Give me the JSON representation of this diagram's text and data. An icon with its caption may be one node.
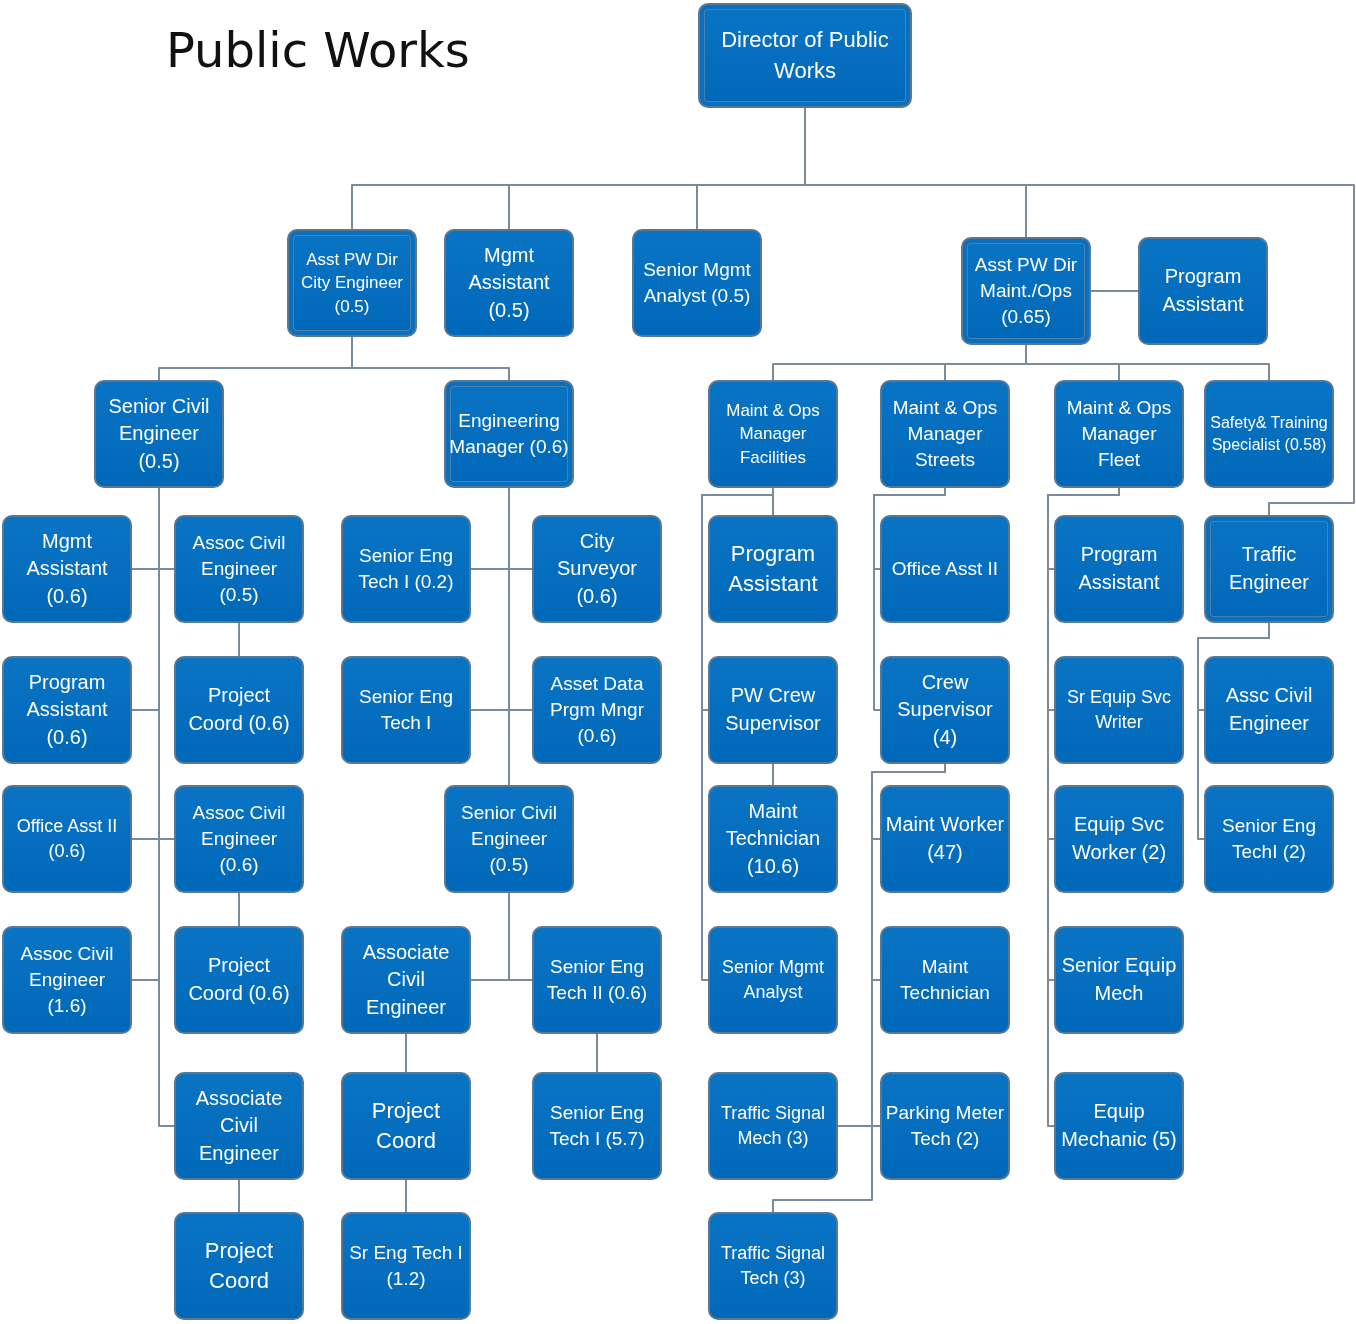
{
  "diagram": {
    "title": "Public Works",
    "nodes": [
      {
        "text": [
          "Director of Public Works"
        ]
      },
      {
        "text": [
          "Asst PW Dir City Engineer (0.5)"
        ]
      },
      {
        "text": [
          "Mgmt Assistant (0.5)"
        ]
      },
      {
        "text": [
          "Senior Mgmt Analyst (0.5)"
        ]
      },
      {
        "text": [
          "Asst PW Dir Maint./Ops (0.65)"
        ]
      },
      {
        "text": [
          "Program Assistant"
        ]
      },
      {
        "text": [
          "Senior Civil Engineer (0.5)"
        ]
      },
      {
        "text": [
          "Engineering Manager (0.6)"
        ]
      },
      {
        "text": [
          "Maint & Ops Manager Facilities"
        ]
      },
      {
        "text": [
          "Maint & Ops Manager Streets"
        ]
      },
      {
        "text": [
          "Maint & Ops Manager Fleet"
        ]
      },
      {
        "text": [
          "Safety& Training Specialist (0.58)"
        ]
      },
      {
        "text": [
          "Mgmt Assistant (0.6)"
        ]
      },
      {
        "text": [
          "Assoc Civil Engineer (0.5)"
        ]
      },
      {
        "text": [
          "Senior Eng Tech I (0.2)"
        ]
      },
      {
        "text": [
          "City Surveyor (0.6)"
        ]
      },
      {
        "text": [
          "Program Assistant"
        ]
      },
      {
        "text": [
          "Office Asst II"
        ]
      },
      {
        "text": [
          "Program Assistant"
        ]
      },
      {
        "text": [
          "Traffic Engineer"
        ]
      },
      {
        "text": [
          "Program Assistant (0.6)"
        ]
      },
      {
        "text": [
          "Project Coord (0.6)"
        ]
      },
      {
        "text": [
          "Senior Eng Tech I"
        ]
      },
      {
        "text": [
          "Asset Data Prgm Mngr (0.6)"
        ]
      },
      {
        "text": [
          "PW Crew Supervisor"
        ]
      },
      {
        "text": [
          "Crew Supervisor (4)"
        ]
      },
      {
        "text": [
          "Sr Equip Svc Writer"
        ]
      },
      {
        "text": [
          "Assc Civil Engineer"
        ]
      },
      {
        "text": [
          "Office Asst II (0.6)"
        ]
      },
      {
        "text": [
          "Assoc Civil Engineer (0.6)"
        ]
      },
      {
        "text": [
          "Senior Civil Engineer (0.5)"
        ]
      },
      {
        "text": [
          "Maint Technician (10.6)"
        ]
      },
      {
        "text": [
          "Maint Worker (47)"
        ]
      },
      {
        "text": [
          "Equip Svc Worker (2)"
        ]
      },
      {
        "text": [
          "Senior Eng TechI (2)"
        ]
      },
      {
        "text": [
          "Assoc Civil Engineer (1.6)"
        ]
      },
      {
        "text": [
          "Project Coord (0.6)"
        ]
      },
      {
        "text": [
          "Associate Civil Engineer"
        ]
      },
      {
        "text": [
          "Senior Eng Tech II (0.6)"
        ]
      },
      {
        "text": [
          "Senior Mgmt Analyst"
        ]
      },
      {
        "text": [
          "Maint Technician"
        ]
      },
      {
        "text": [
          "Senior Equip Mech"
        ]
      },
      {
        "text": [
          "Associate Civil Engineer"
        ]
      },
      {
        "text": [
          "Project Coord"
        ]
      },
      {
        "text": [
          "Senior Eng Tech I (5.7)"
        ]
      },
      {
        "text": [
          "Traffic Signal Mech (3)"
        ]
      },
      {
        "text": [
          "Parking Meter Tech (2)"
        ]
      },
      {
        "text": [
          "Equip Mechanic (5)"
        ]
      },
      {
        "text": [
          "Project Coord"
        ]
      },
      {
        "text": [
          "Sr Eng Tech I (1.2)"
        ]
      },
      {
        "text": [
          "Traffic Signal Tech (3)"
        ]
      }
    ],
    "edges": [
      {
        "from": 0,
        "to": 1,
        "arrow": "none"
      },
      {
        "from": 0,
        "to": 2,
        "arrow": "none"
      },
      {
        "from": 0,
        "to": 3,
        "arrow": "none"
      },
      {
        "from": 0,
        "to": 4,
        "arrow": "none"
      },
      {
        "from": 0,
        "to": 19,
        "arrow": "none"
      },
      {
        "from": 4,
        "to": 5,
        "arrow": "none"
      },
      {
        "from": 1,
        "to": 6,
        "arrow": "none"
      },
      {
        "from": 1,
        "to": 7,
        "arrow": "none"
      },
      {
        "from": 4,
        "to": 8,
        "arrow": "none"
      },
      {
        "from": 4,
        "to": 9,
        "arrow": "none"
      },
      {
        "from": 4,
        "to": 10,
        "arrow": "none"
      },
      {
        "from": 4,
        "to": 11,
        "arrow": "none"
      },
      {
        "from": 6,
        "to": 12,
        "arrow": "none"
      },
      {
        "from": 6,
        "to": 13,
        "arrow": "none"
      },
      {
        "from": 6,
        "to": 20,
        "arrow": "none"
      },
      {
        "from": 6,
        "to": 28,
        "arrow": "none"
      },
      {
        "from": 6,
        "to": 29,
        "arrow": "none"
      },
      {
        "from": 6,
        "to": 35,
        "arrow": "none"
      },
      {
        "from": 6,
        "to": 42,
        "arrow": "none"
      },
      {
        "from": 13,
        "to": 21,
        "arrow": "none"
      },
      {
        "from": 29,
        "to": 36,
        "arrow": "none"
      },
      {
        "from": 42,
        "to": 48,
        "arrow": "none"
      },
      {
        "from": 7,
        "to": 14,
        "arrow": "none"
      },
      {
        "from": 7,
        "to": 15,
        "arrow": "none"
      },
      {
        "from": 7,
        "to": 22,
        "arrow": "none"
      },
      {
        "from": 7,
        "to": 23,
        "arrow": "none"
      },
      {
        "from": 7,
        "to": 30,
        "arrow": "none"
      },
      {
        "from": 30,
        "to": 37,
        "arrow": "none"
      },
      {
        "from": 30,
        "to": 38,
        "arrow": "none"
      },
      {
        "from": 37,
        "to": 43,
        "arrow": "none"
      },
      {
        "from": 43,
        "to": 49,
        "arrow": "none"
      },
      {
        "from": 38,
        "to": 44,
        "arrow": "none"
      },
      {
        "from": 8,
        "to": 16,
        "arrow": "none"
      },
      {
        "from": 8,
        "to": 24,
        "arrow": "none"
      },
      {
        "from": 8,
        "to": 39,
        "arrow": "none"
      },
      {
        "from": 24,
        "to": 31,
        "arrow": "none"
      },
      {
        "from": 9,
        "to": 17,
        "arrow": "none"
      },
      {
        "from": 9,
        "to": 25,
        "arrow": "none"
      },
      {
        "from": 25,
        "to": 32,
        "arrow": "none"
      },
      {
        "from": 25,
        "to": 40,
        "arrow": "none"
      },
      {
        "from": 25,
        "to": 45,
        "arrow": "none"
      },
      {
        "from": 25,
        "to": 46,
        "arrow": "none"
      },
      {
        "from": 25,
        "to": 50,
        "arrow": "none"
      },
      {
        "from": 10,
        "to": 18,
        "arrow": "none"
      },
      {
        "from": 10,
        "to": 26,
        "arrow": "none"
      },
      {
        "from": 10,
        "to": 33,
        "arrow": "none"
      },
      {
        "from": 10,
        "to": 41,
        "arrow": "none"
      },
      {
        "from": 10,
        "to": 47,
        "arrow": "none"
      },
      {
        "from": 19,
        "to": 27,
        "arrow": "none"
      },
      {
        "from": 19,
        "to": 34,
        "arrow": "none"
      }
    ]
  }
}
